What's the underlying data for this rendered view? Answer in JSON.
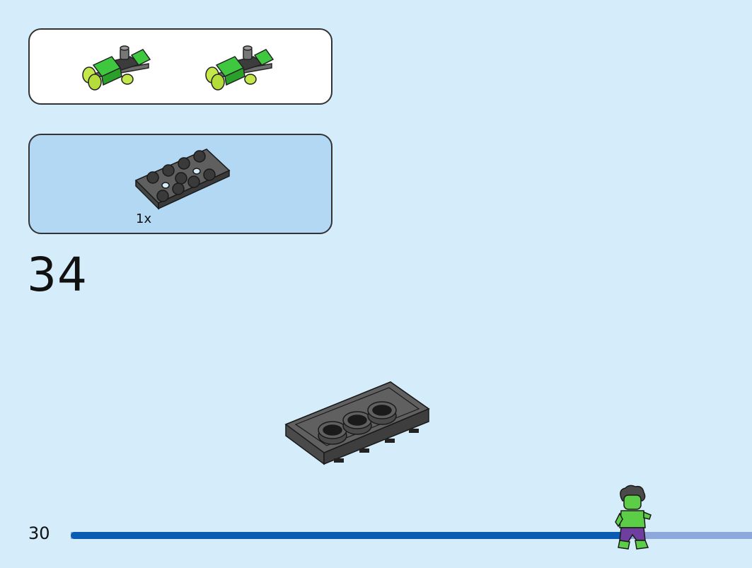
{
  "page": {
    "number": "30"
  },
  "step": {
    "number": "34"
  },
  "sub_build": {
    "count": 2,
    "icon": "green-vehicle-subassembly-icon"
  },
  "parts": [
    {
      "quantity": "1x",
      "icon": "dark-gray-technic-plate-2x4-icon"
    }
  ],
  "assembly": {
    "icon": "dark-gray-plate-2x4-with-3-studs-icon"
  },
  "progress": {
    "fraction": 0.82,
    "mascot_icon": "hulk-minifigure-icon"
  },
  "colors": {
    "background": "#d5ecfa",
    "parts_panel": "#b3d8f4",
    "progress_fill": "#0a5cb2",
    "progress_track": "#8ea8db",
    "brick_dark_gray": "#5f5f5f",
    "brick_green": "#3fc83f",
    "brick_lime": "#c4e84a"
  }
}
